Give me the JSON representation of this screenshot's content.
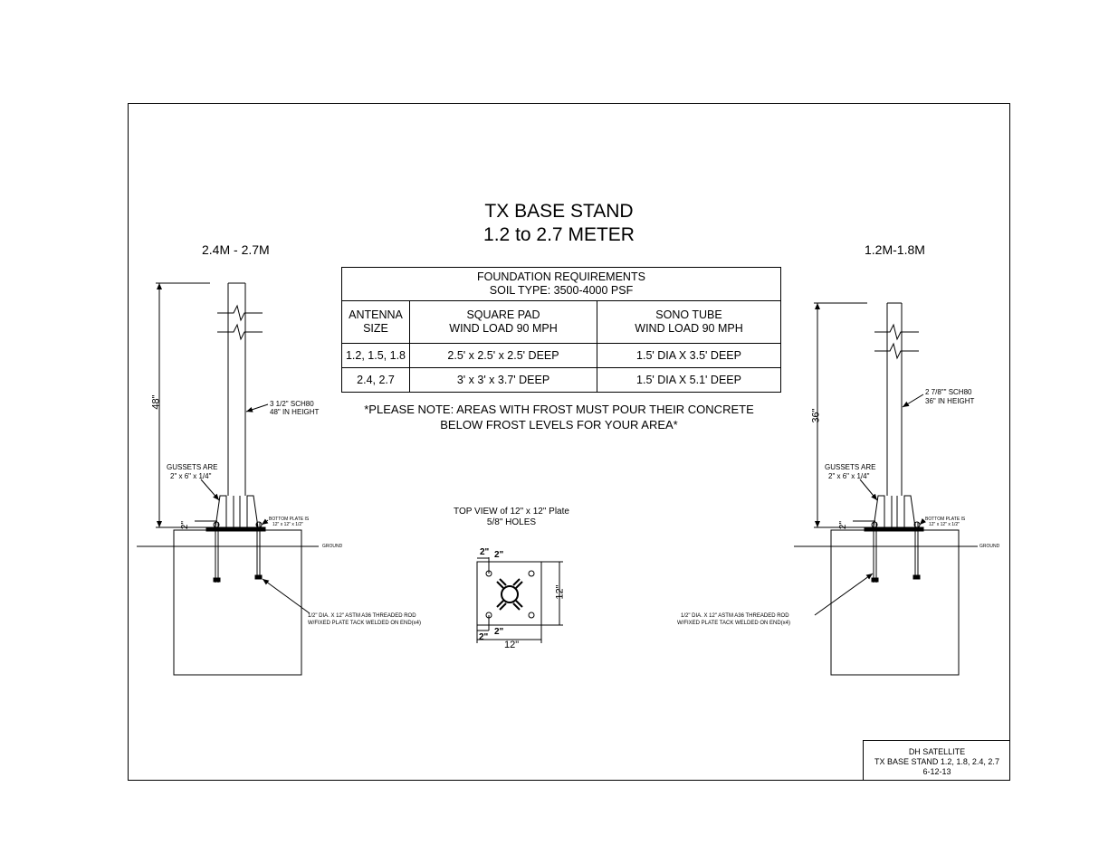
{
  "title": {
    "line1": "TX BASE STAND",
    "line2": "1.2 to 2.7 METER"
  },
  "left_detail": {
    "label": "2.4M - 2.7M",
    "height_dim": "48\"",
    "pipe_note_1": "3 1/2\" SCH80",
    "pipe_note_2": "48\" IN HEIGHT",
    "gusset_note_1": "GUSSETS ARE",
    "gusset_note_2": "2\" x 6\" x 1/4\"",
    "plate_note_1": "BOTTOM PLATE IS",
    "plate_note_2": "12\" x 12\" x 1/2\"",
    "plate_dim": "2\"",
    "ground": "GROUND",
    "rod_note_1": "1/2\" DIA. X 12\" ASTM A36 THREADED ROD",
    "rod_note_2": "W/FIXED PLATE TACK WELDED ON END(x4)"
  },
  "right_detail": {
    "label": "1.2M-1.8M",
    "height_dim": "36\"",
    "pipe_note_1": "2 7/8\"\" SCH80",
    "pipe_note_2": "36\" IN HEIGHT",
    "gusset_note_1": "GUSSETS ARE",
    "gusset_note_2": "2\" x 6\" x 1/4\"",
    "plate_note_1": "BOTTOM PLATE IS",
    "plate_note_2": "12\" x 12\" x 1/2\"",
    "plate_dim": "2\"",
    "ground": "GROUND",
    "rod_note_1": "1/2\" DIA. X 12\" ASTM A36 THREADED ROD",
    "rod_note_2": "W/FIXED PLATE TACK WELDED ON END(x4)"
  },
  "foundation_table": {
    "header_1": "FOUNDATION REQUIREMENTS",
    "header_2": "SOIL TYPE: 3500-4000 PSF",
    "col_antenna_1": "ANTENNA",
    "col_antenna_2": "SIZE",
    "col_pad_1": "SQUARE PAD",
    "col_pad_2": "WIND LOAD 90 MPH",
    "col_sono_1": "SONO TUBE",
    "col_sono_2": "WIND LOAD 90 MPH",
    "rows": [
      {
        "size": "1.2, 1.5, 1.8",
        "pad": "2.5' x 2.5' x 2.5' DEEP",
        "sono": "1.5' DIA X 3.5' DEEP"
      },
      {
        "size": "2.4, 2.7",
        "pad": "3' x 3' x 3.7' DEEP",
        "sono": "1.5' DIA X 5.1' DEEP"
      }
    ]
  },
  "note": {
    "line1": "*PLEASE NOTE: AREAS WITH FROST MUST POUR THEIR CONCRETE",
    "line2": "BELOW FROST LEVELS FOR YOUR AREA*"
  },
  "top_view": {
    "caption_1": "TOP VIEW of 12\" x 12\" Plate",
    "caption_2": "5/8\" HOLES",
    "dim_top_a": "2\"",
    "dim_top_b": "2\"",
    "dim_bottom_a": "2\"",
    "dim_bottom_b": "2\"",
    "dim_width": "12\"",
    "dim_height": "12\""
  },
  "title_block": {
    "line1": "DH SATELLITE",
    "line2": "TX BASE STAND 1.2, 1.8, 2.4, 2.7",
    "line3": "6-12-13"
  }
}
